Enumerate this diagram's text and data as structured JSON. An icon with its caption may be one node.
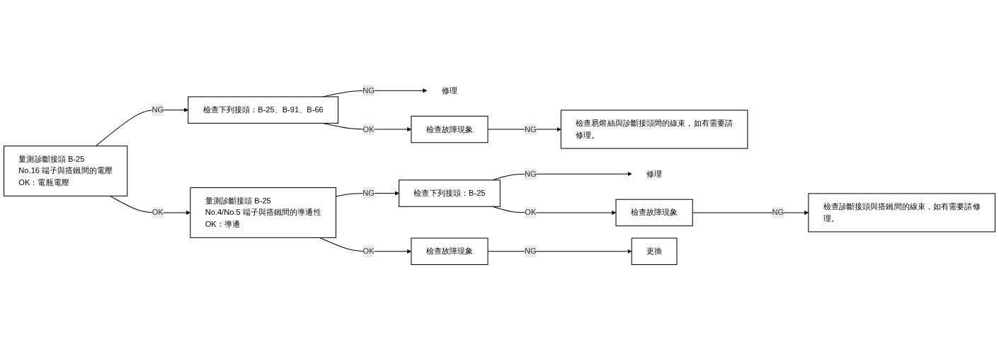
{
  "diagram": {
    "nodes": [
      {
        "text": [
          "量測診斷接頭 B-25",
          "No.16 端子與搭鐵間的電壓",
          "OK：電瓶電壓"
        ]
      },
      {
        "text": [
          "檢查下列接頭：B-25、B-91、B-66"
        ]
      },
      {
        "text": [
          "修理"
        ]
      },
      {
        "text": [
          "檢查故障現象"
        ]
      },
      {
        "text": [
          "檢查易熔絲與診斷接頭間的線束，如有需要請修理。"
        ]
      },
      {
        "text": [
          "量測診斷接頭 B-25",
          "No.4/No.5 端子與搭鐵間的導通性",
          "OK：導通"
        ]
      },
      {
        "text": [
          "檢查下列接頭：B-25"
        ]
      },
      {
        "text": [
          "修理"
        ]
      },
      {
        "text": [
          "檢查故障現象"
        ]
      },
      {
        "text": [
          "檢查診斷接頭與搭鐵間的線束，如有需要請修理。"
        ]
      },
      {
        "text": [
          "檢查故障現象"
        ]
      },
      {
        "text": [
          "更換"
        ]
      }
    ],
    "edges": [
      {
        "from": 0,
        "to": 1,
        "arrow": "to",
        "label": "NG"
      },
      {
        "from": 1,
        "to": 2,
        "arrow": "to",
        "label": "NG"
      },
      {
        "from": 1,
        "to": 3,
        "arrow": "to",
        "label": "OK"
      },
      {
        "from": 3,
        "to": 4,
        "arrow": "to",
        "label": "NG"
      },
      {
        "from": 0,
        "to": 5,
        "arrow": "to",
        "label": "OK"
      },
      {
        "from": 5,
        "to": 6,
        "arrow": "to",
        "label": "NG"
      },
      {
        "from": 6,
        "to": 7,
        "arrow": "to",
        "label": "NG"
      },
      {
        "from": 6,
        "to": 8,
        "arrow": "to",
        "label": "OK"
      },
      {
        "from": 8,
        "to": 9,
        "arrow": "to",
        "label": "NG"
      },
      {
        "from": 5,
        "to": 10,
        "arrow": "to",
        "label": "OK"
      },
      {
        "from": 10,
        "to": 11,
        "arrow": "to",
        "label": "NG"
      }
    ]
  }
}
